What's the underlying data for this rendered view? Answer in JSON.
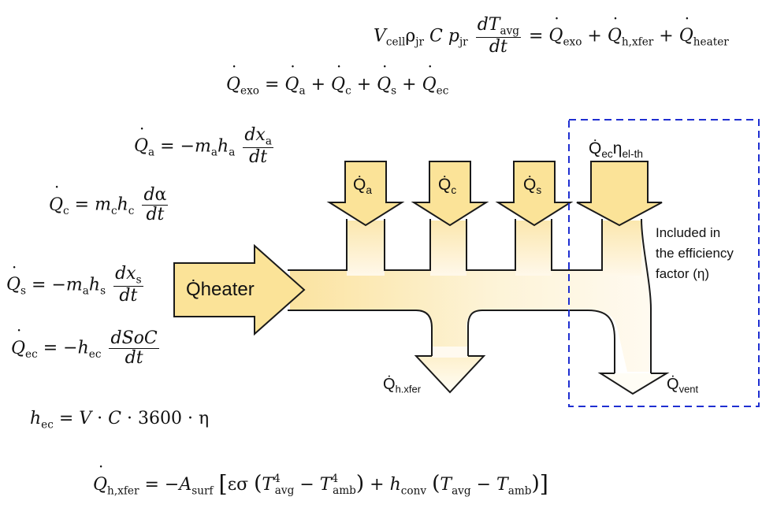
{
  "equations": {
    "energy_balance": {
      "lhs_volume": "V",
      "lhs_volume_sub": "cell",
      "rho": "ρ",
      "rho_sub": "jr",
      "cp": "Cp",
      "cp_sub": "jr",
      "dT": "dT",
      "dT_sub": "avg",
      "dt": "dt",
      "rhs": "= Q̇exo + Q̇h,xfer + Q̇heater"
    },
    "q_exo": "Q̇exo = Q̇a + Q̇c + Q̇s + Q̇ec",
    "q_a": {
      "lhs": "Q̇a = −m",
      "m_sub": "a",
      "h": "h",
      "h_sub": "a",
      "num": "dx",
      "num_sub": "a",
      "den": "dt"
    },
    "q_c": {
      "lhs": "Q̇c = m",
      "m_sub": "c",
      "h": "h",
      "h_sub": "c",
      "num": "dα",
      "den": "dt"
    },
    "q_s": {
      "lhs": "Q̇s = −m",
      "m_sub": "a",
      "h": "h",
      "h_sub": "s",
      "num": "dx",
      "num_sub": "s",
      "den": "dt"
    },
    "q_ec": {
      "lhs": "Q̇ec = −h",
      "h_sub": "ec",
      "num": "dSoC",
      "den": "dt"
    },
    "h_ec": "hec = V · C · 3600 · η",
    "q_hxfer": "Q̇h,xfer = −Asurf [εσ (T⁴avg − T⁴amb) + hconv (Tavg − Tamb)]"
  },
  "diagram": {
    "heater_label": "Q̇heater",
    "inputs": [
      {
        "main": "Q̇",
        "sub": "a"
      },
      {
        "main": "Q̇",
        "sub": "c"
      },
      {
        "main": "Q̇",
        "sub": "s"
      }
    ],
    "ec_label": {
      "main": "Q̇",
      "sub": "ec",
      "eta": "η",
      "eta_sub": "el-th"
    },
    "hxfer_label": {
      "main": "Q̇",
      "sub": "h.xfer"
    },
    "vent_label": {
      "main": "Q̇",
      "sub": "vent"
    },
    "efficiency_note": [
      "Included in",
      "the efficiency",
      "factor (η)"
    ]
  },
  "colors": {
    "arrow_fill": "#fbe59a",
    "arrow_stroke": "#1a1a1a",
    "box_stroke": "#1f2fd1",
    "flow_light": "#fdf4dc"
  }
}
